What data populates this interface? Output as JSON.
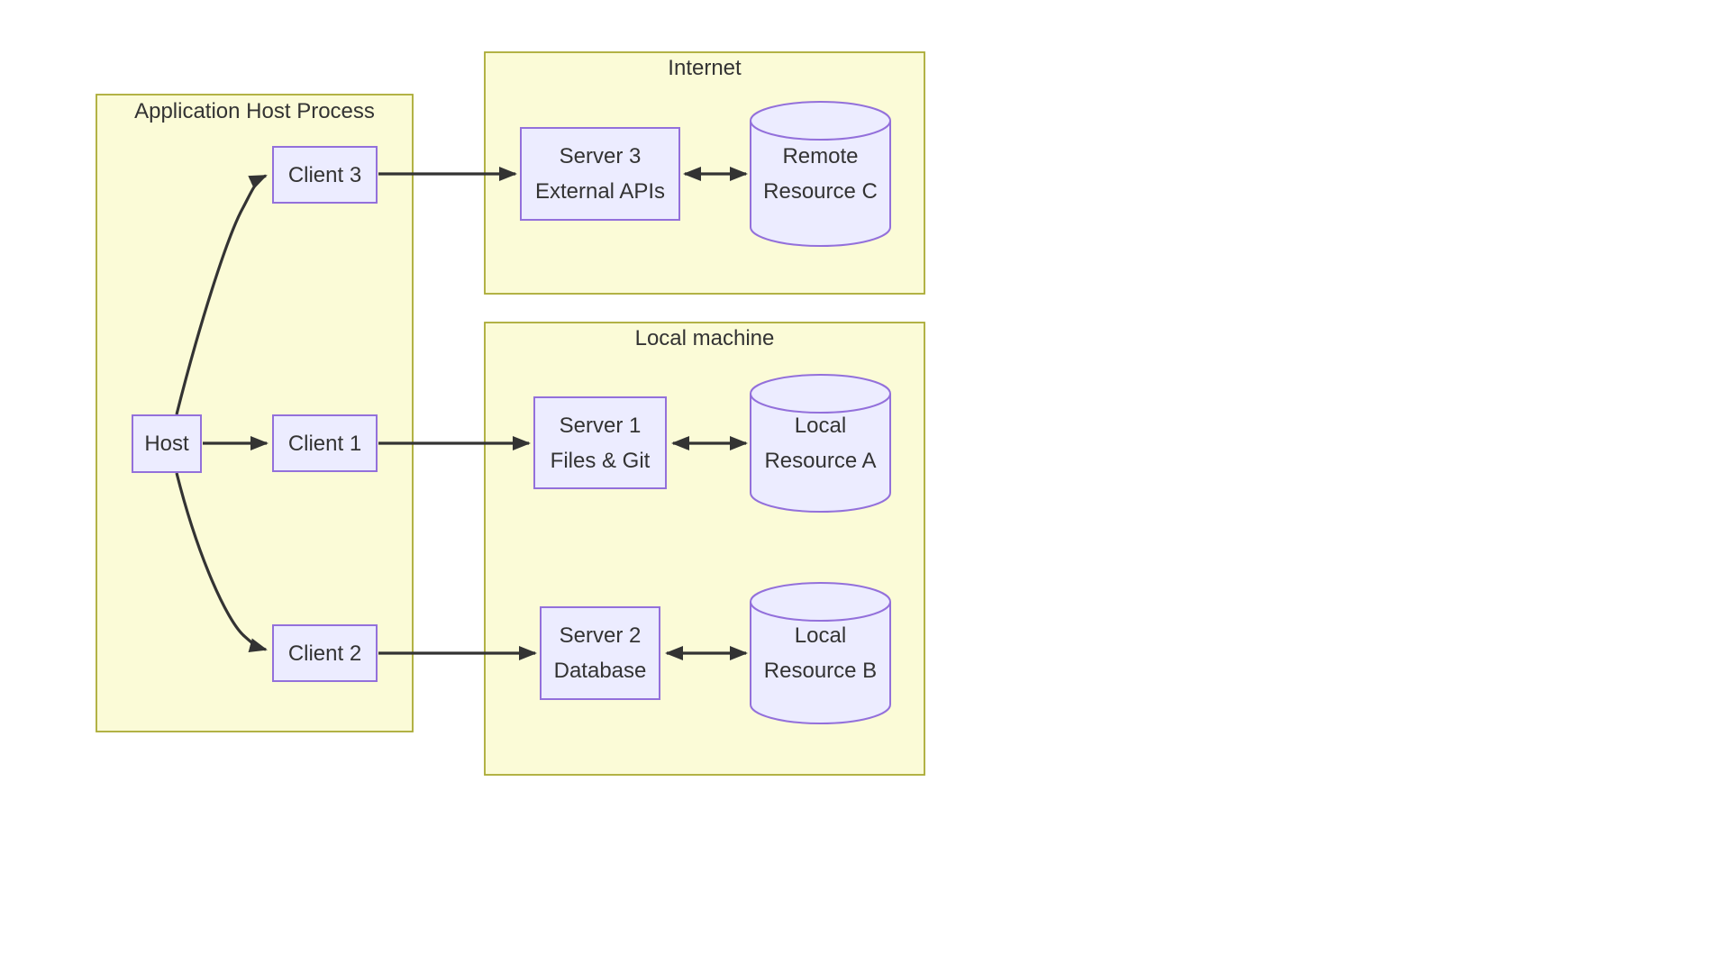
{
  "diagram": {
    "type": "flowchart",
    "colors": {
      "cluster_fill": "#fbfbd7",
      "cluster_border": "#aaaa33",
      "node_fill": "#ececff",
      "node_border": "#9370db",
      "edge": "#333333",
      "text": "#333333",
      "bg": "#ffffff"
    },
    "clusters": {
      "app_host": {
        "title": "Application Host Process",
        "nodes": [
          "host",
          "client3",
          "client1",
          "client2"
        ]
      },
      "internet": {
        "title": "Internet",
        "nodes": [
          "server3",
          "resourceC"
        ]
      },
      "local_machine": {
        "title": "Local machine",
        "nodes": [
          "server1",
          "resourceA",
          "server2",
          "resourceB"
        ]
      }
    },
    "nodes": {
      "host": {
        "label": "Host",
        "shape": "rect"
      },
      "client1": {
        "label": "Client 1",
        "shape": "rect"
      },
      "client2": {
        "label": "Client 2",
        "shape": "rect"
      },
      "client3": {
        "label": "Client 3",
        "shape": "rect"
      },
      "server1": {
        "label": "Server 1\nFiles & Git",
        "shape": "rect"
      },
      "server2": {
        "label": "Server 2\nDatabase",
        "shape": "rect"
      },
      "server3": {
        "label": "Server 3\nExternal APIs",
        "shape": "rect"
      },
      "resourceA": {
        "label": "Local\nResource A",
        "shape": "cylinder"
      },
      "resourceB": {
        "label": "Local\nResource B",
        "shape": "cylinder"
      },
      "resourceC": {
        "label": "Remote\nResource C",
        "shape": "cylinder"
      }
    },
    "edges": [
      {
        "from": "host",
        "to": "client3",
        "type": "arrow"
      },
      {
        "from": "host",
        "to": "client1",
        "type": "arrow"
      },
      {
        "from": "host",
        "to": "client2",
        "type": "arrow"
      },
      {
        "from": "client3",
        "to": "server3",
        "type": "arrow"
      },
      {
        "from": "client1",
        "to": "server1",
        "type": "arrow"
      },
      {
        "from": "client2",
        "to": "server2",
        "type": "arrow"
      },
      {
        "from": "server3",
        "to": "resourceC",
        "type": "bidirectional"
      },
      {
        "from": "server1",
        "to": "resourceA",
        "type": "bidirectional"
      },
      {
        "from": "server2",
        "to": "resourceB",
        "type": "bidirectional"
      }
    ]
  }
}
